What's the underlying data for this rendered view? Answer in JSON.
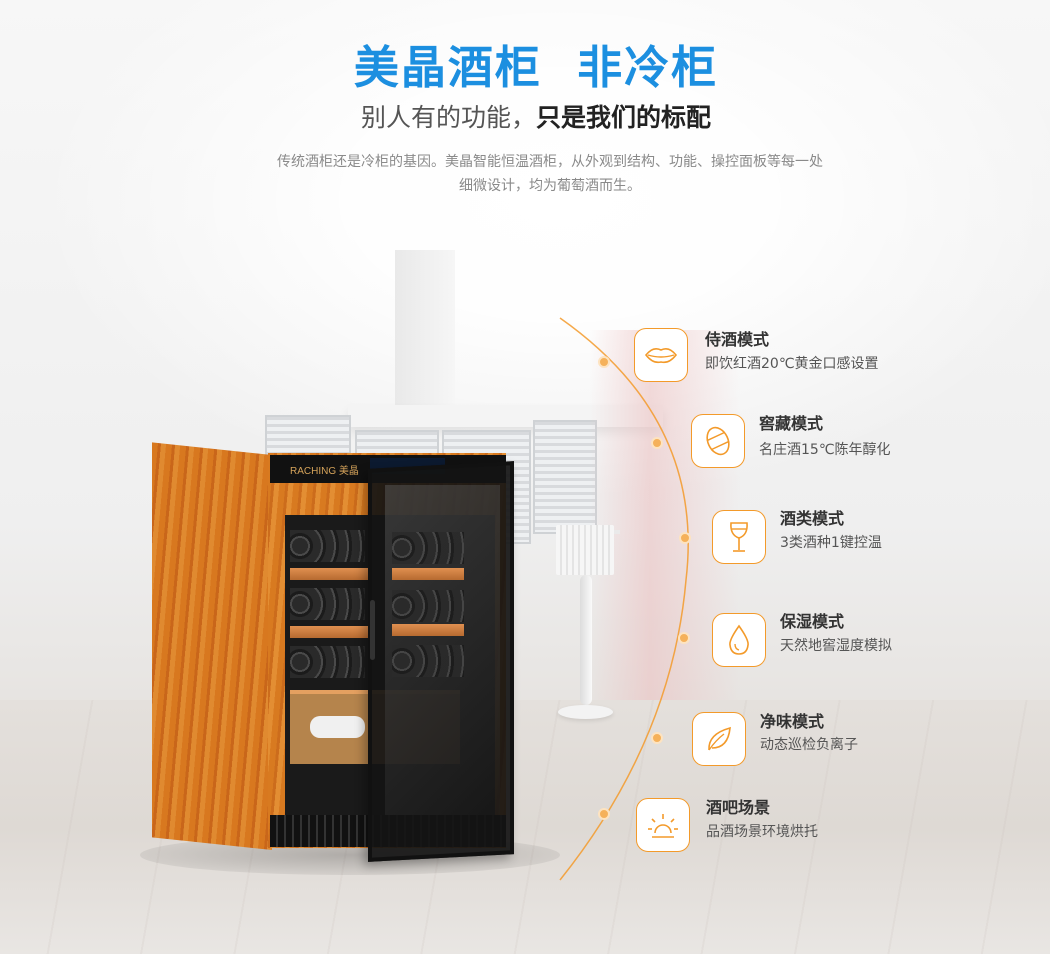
{
  "header": {
    "title": "美晶酒柜  非冷柜",
    "subtitle_normal": "别人有的功能，",
    "subtitle_bold": "只是我们的标配",
    "description_line1": "传统酒柜还是冷柜的基因。美晶智能恒温酒柜，从外观到结构、功能、操控面板等每一处",
    "description_line2": "细微设计，均为葡萄酒而生。"
  },
  "product": {
    "brand_text": "RACHING 美晶"
  },
  "colors": {
    "title_blue": "#1c8fe0",
    "accent_orange": "#f39a2a"
  },
  "features": [
    {
      "icon": "lips-icon",
      "title": "侍酒模式",
      "desc": "即饮红酒20℃黄金口感设置"
    },
    {
      "icon": "barrel-icon",
      "title": "窖藏模式",
      "desc": "名庄酒15℃陈年醇化"
    },
    {
      "icon": "wine-glass-icon",
      "title": "酒类模式",
      "desc": "3类酒种1键控温"
    },
    {
      "icon": "water-drop-icon",
      "title": "保湿模式",
      "desc": "天然地窖湿度模拟"
    },
    {
      "icon": "leaf-icon",
      "title": "净味模式",
      "desc": "动态巡检负离子"
    },
    {
      "icon": "light-icon",
      "title": "酒吧场景",
      "desc": "品酒场景环境烘托"
    }
  ]
}
